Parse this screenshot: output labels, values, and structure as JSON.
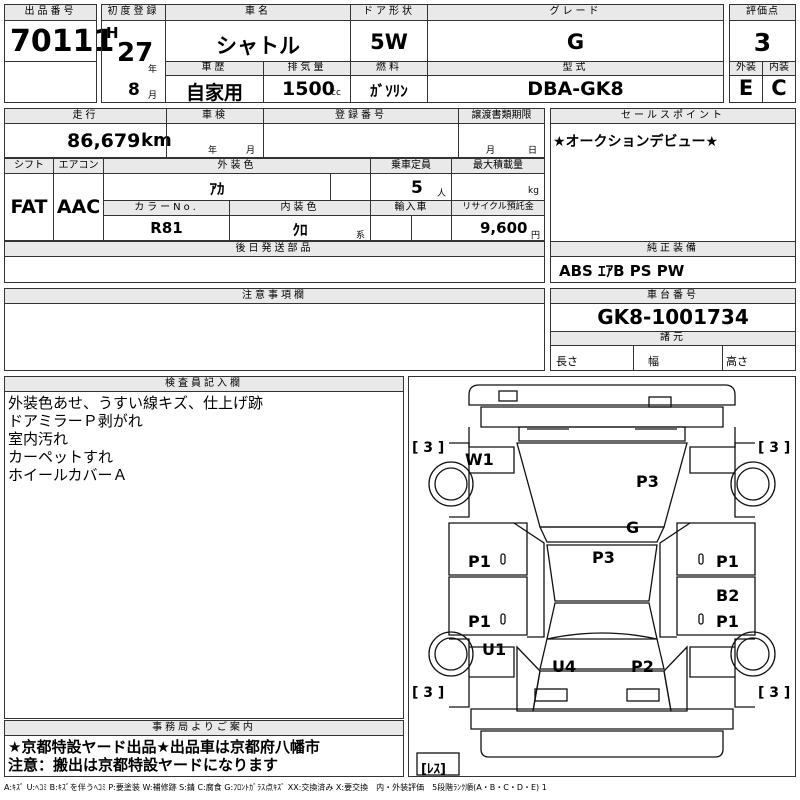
{
  "header": {
    "lot_label": "出品番号",
    "lot_no": "70111",
    "first_reg_label": "初度登録",
    "era": "H",
    "year": "27",
    "year_unit": "年",
    "month": "8",
    "month_unit": "月",
    "name_label": "車名",
    "name": "シャトル",
    "door_label": "ドア形状",
    "door": "5W",
    "grade_label": "グレード",
    "grade": "G",
    "score_label": "評価点",
    "score": "3",
    "history_label": "車歴",
    "history": "自家用",
    "displacement_label": "排気量",
    "displacement": "1500",
    "displacement_unit": "cc",
    "fuel_label": "燃料",
    "fuel": "ｶﾞｿﾘﾝ",
    "model_label": "型式",
    "model": "DBA-GK8",
    "ext_label": "外装",
    "ext_grade": "E",
    "int_label": "内装",
    "int_grade": "C"
  },
  "row2": {
    "mileage_label": "走行",
    "mileage": "86,679",
    "mileage_unit": "km",
    "inspection_label": "車検",
    "inspection_year_unit": "年",
    "inspection_month_unit": "月",
    "reg_no_label": "登録番号",
    "transfer_label": "譲渡書類期限",
    "transfer_month_unit": "月",
    "transfer_day_unit": "日",
    "sales_label": "セールスポイント",
    "sales_point": "★オークションデビュー★",
    "shift_label": "シフト",
    "shift": "FAT",
    "aircon_label": "エアコン",
    "aircon": "AAC",
    "color_label": "外装色",
    "color": "ｱｶ",
    "capacity_label": "乗車定員",
    "capacity": "5",
    "capacity_unit": "人",
    "load_label": "最大積載量",
    "load_unit": "kg",
    "color_no_label": "カラーNo.",
    "color_no": "R81",
    "interior_color_label": "内装色",
    "interior_color": "ｸﾛ",
    "interior_color_unit": "系",
    "import_label": "輸入車",
    "recycle_label": "リサイクル預託金",
    "recycle": "9,600",
    "recycle_unit": "円",
    "later_parts_label": "後日発送部品",
    "equipment_label": "純正装備",
    "equipment": "ABS ｴｱB PS PW",
    "notes_label": "注意事項欄",
    "chassis_label": "車台番号",
    "chassis": "GK8-1001734",
    "dimensions_label": "諸元",
    "length_label": "長さ",
    "width_label": "幅",
    "height_label": "高さ"
  },
  "inspector": {
    "label": "検査員記入欄",
    "lines": [
      "外装色あせ、うすい線キズ、仕上げ跡",
      "ドアミラーＰ剥がれ",
      "室内汚れ",
      "カーペットすれ",
      "ホイールカバーＡ"
    ]
  },
  "office": {
    "label": "事務局よりご案内",
    "lines": [
      "★京都特設ヤード出品★出品車は京都府八幡市",
      "注意：搬出は京都特設ヤードになります"
    ]
  },
  "diagram": {
    "tire_fl": "[ 3 ]",
    "tire_fr": "[ 3 ]",
    "tire_rl": "[ 3 ]",
    "tire_rr": "[ 3 ]",
    "spare": "[ﾚｽ]",
    "marks": {
      "w1": "W1",
      "p3_hood": "P3",
      "g": "G",
      "p3_roof": "P3",
      "p1_lf": "P1",
      "p1_rf": "P1",
      "b2": "B2",
      "p1_lr": "P1",
      "p1_rr": "P1",
      "u1": "U1",
      "u4": "U4",
      "p2": "P2"
    }
  },
  "legend": "A:ｷｽﾞ U:ﾍｺﾐ B:ｷｽﾞを伴うﾍｺﾐ P:要塗装 W:補修跡 S:錆 C:腐食 G:ﾌﾛﾝﾄｶﾞﾗｽ点ｷｽﾞ XX:交換済み X:要交換　内・外装評価　5段階ﾗﾝｸ順(A・B・C・D・E) 1"
}
